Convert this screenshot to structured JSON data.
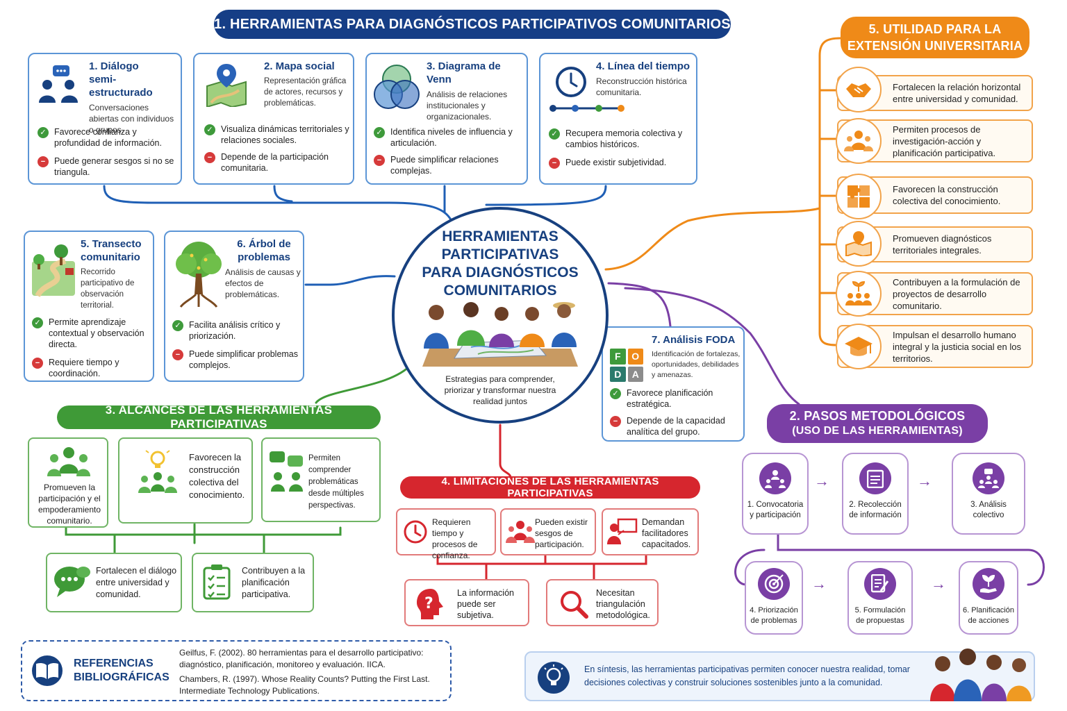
{
  "header": {
    "title": "1. HERRAMIENTAS PARA DIAGNÓSTICOS PARTICIPATIVOS COMUNITARIOS"
  },
  "center": {
    "title_lines": [
      "HERRAMIENTAS",
      "PARTICIPATIVAS",
      "PARA DIAGNÓSTICOS",
      "COMUNITARIOS"
    ],
    "subtitle": "Estrategias para comprender, priorizar y transformar nuestra realidad juntos"
  },
  "tools": [
    {
      "title_lines": [
        "1. Diálogo",
        "semi-estructurado"
      ],
      "desc": "Conversaciones abiertas con individuos o grupos.",
      "pro": "Favorece confianza y profundidad de información.",
      "con": "Puede generar sesgos si no se triangula."
    },
    {
      "title_lines": [
        "2. Mapa social"
      ],
      "desc": "Representación gráfica de actores, recursos y problemáticas.",
      "pro": "Visualiza dinámicas territoriales y relaciones sociales.",
      "con": "Depende de la participación comunitaria."
    },
    {
      "title_lines": [
        "3. Diagrama de Venn"
      ],
      "desc": "Análisis de relaciones institucionales y organizacionales.",
      "pro": "Identifica niveles de influencia y articulación.",
      "con": "Puede simplificar relaciones complejas."
    },
    {
      "title_lines": [
        "4. Línea del tiempo"
      ],
      "desc": "Reconstrucción histórica comunitaria.",
      "pro": "Recupera memoria colectiva y cambios históricos.",
      "con": "Puede existir subjetividad."
    },
    {
      "title_lines": [
        "5. Transecto",
        "comunitario"
      ],
      "desc": "Recorrido participativo de observación territorial.",
      "pro": "Permite aprendizaje contextual y observación directa.",
      "con": "Requiere tiempo y coordinación."
    },
    {
      "title_lines": [
        "6. Árbol de",
        "problemas"
      ],
      "desc": "Análisis de causas y efectos de problemáticas.",
      "pro": "Facilita análisis crítico y priorización.",
      "con": "Puede simplificar problemas complejos."
    },
    {
      "title_lines": [
        "7. Análisis FODA"
      ],
      "desc": "Identificación de fortalezas, oportunidades, debilidades y amenazas.",
      "pro": "Favorece planificación estratégica.",
      "con": "Depende de la capacidad analítica del grupo."
    }
  ],
  "foda_letters": [
    "F",
    "O",
    "D",
    "A"
  ],
  "utility": {
    "title_lines": [
      "5. UTILIDAD PARA LA",
      "EXTENSIÓN UNIVERSITARIA"
    ],
    "items": [
      "Fortalecen la relación horizontal entre universidad y comunidad.",
      "Permiten procesos de investigación-acción y planificación participativa.",
      "Favorecen la construcción colectiva del conocimiento.",
      "Promueven diagnósticos territoriales integrales.",
      "Contribuyen a la formulación de proyectos de desarrollo comunitario.",
      "Impulsan el desarrollo humano integral y la justicia social en los territorios."
    ]
  },
  "scopes": {
    "title": "3. ALCANCES DE LAS HERRAMIENTAS PARTICIPATIVAS",
    "items": [
      "Promueven la participación y el empoderamiento comunitario.",
      "Favorecen la construcción colectiva del conocimiento.",
      "Permiten comprender problemáticas desde múltiples perspectivas.",
      "Fortalecen el diálogo entre universidad y comunidad.",
      "Contribuyen a la planificación participativa."
    ]
  },
  "limits": {
    "title": "4. LIMITACIONES DE LAS HERRAMIENTAS PARTICIPATIVAS",
    "items": [
      "Requieren tiempo y procesos de confianza.",
      "Pueden existir sesgos de participación.",
      "Demandan facilitadores capacitados.",
      "La información puede ser subjetiva.",
      "Necesitan triangulación metodológica."
    ]
  },
  "steps": {
    "title_lines": [
      "2. PASOS METODOLÓGICOS",
      "(USO DE LAS HERRAMIENTAS)"
    ],
    "items": [
      "1. Convocatoria y participación",
      "2. Recolección de información",
      "3. Análisis colectivo",
      "4. Priorización de problemas",
      "5. Formulación de propuestas",
      "6. Planificación de acciones"
    ]
  },
  "references": {
    "title_lines": [
      "REFERENCIAS",
      "BIBLIOGRÁFICAS"
    ],
    "items": [
      "Geilfus, F. (2002). 80 herramientas para el desarrollo participativo: diagnóstico, planificación, monitoreo y evaluación. IICA.",
      "Chambers, R. (1997). Whose Reality Counts? Putting the First Last. Intermediate Technology Publications."
    ]
  },
  "synthesis": "En síntesis, las herramientas participativas permiten conocer nuestra realidad, tomar decisiones colectivas y construir soluciones sostenibles junto a la comunidad.",
  "colors": {
    "blue": "#163e86",
    "orange": "#ef8a18",
    "green": "#3f9a37",
    "red": "#d6262e",
    "purple": "#7a3fa5"
  }
}
